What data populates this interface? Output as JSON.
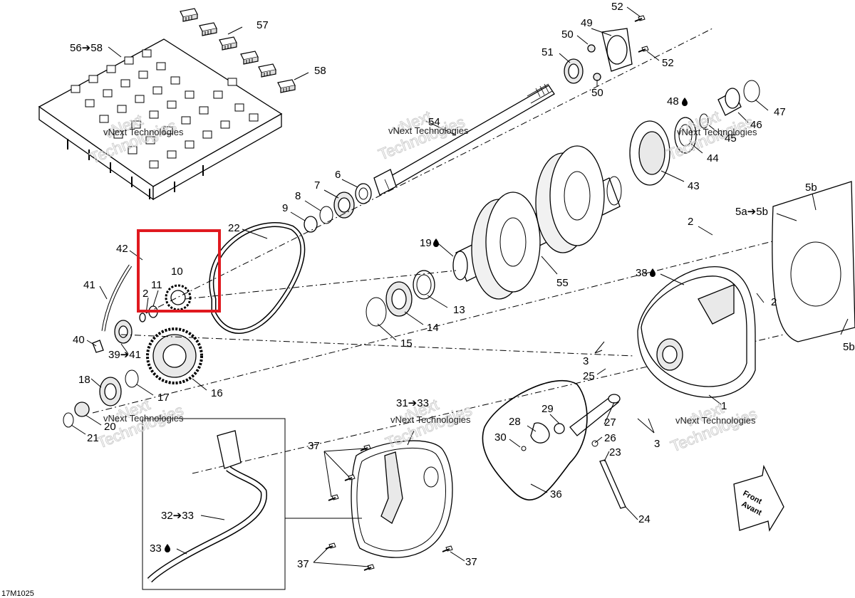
{
  "diagram_code": "17M1025",
  "watermark": {
    "line1": "vNext",
    "line2": "Technologies",
    "full": "vNext Technologies"
  },
  "front_sign": {
    "line1": "Front",
    "line2": "Avant"
  },
  "highlight_color": "#e0191f",
  "callouts": {
    "p56_58": "56➔58",
    "p57": "57",
    "p58": "58",
    "p52a": "52",
    "p49": "49",
    "p50a": "50",
    "p51": "51",
    "p52b": "52",
    "p50b": "50",
    "p48": "48",
    "p47": "47",
    "p46": "46",
    "p45": "45",
    "p44": "44",
    "p43": "43",
    "p54": "54",
    "p6": "6",
    "p7": "7",
    "p8": "8",
    "p9": "9",
    "p22": "22",
    "p42": "42",
    "p10": "10",
    "p11": "11",
    "p2a": "2",
    "p41": "41",
    "p40": "40",
    "p39_41": "39➔41",
    "p19": "19",
    "p55": "55",
    "p13": "13",
    "p14": "14",
    "p15": "15",
    "p18": "18",
    "p17": "17",
    "p16": "16",
    "p20": "20",
    "p21": "21",
    "p5b_top": "5b",
    "p5a_5b": "5a➔5b",
    "p5b_right": "5b",
    "p2b": "2",
    "p2c": "2",
    "p38": "38",
    "p3a": "3",
    "p25": "25",
    "p1": "1",
    "p3b": "3",
    "p31_33": "31➔33",
    "p29": "29",
    "p28": "28",
    "p27": "27",
    "p26": "26",
    "p30": "30",
    "p23": "23",
    "p24": "24",
    "p36": "36",
    "p37a": "37",
    "p37b": "37",
    "p37c": "37",
    "p32_33": "32➔33",
    "p33": "33"
  }
}
